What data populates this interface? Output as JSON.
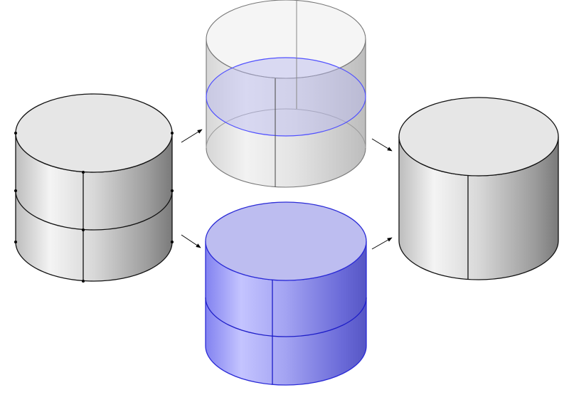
{
  "diagram": {
    "colors": {
      "background": "#ffffff",
      "edge": "#111111",
      "highlight_edge": "#3c3cff",
      "selection_fill": "#a9a9f2",
      "surface_light": "#f4f4f4",
      "surface_dark": "#7a7a7a",
      "arrow": "#000000"
    },
    "objects": [
      {
        "id": "source-cylinder",
        "state": "two stacked cylinder sections",
        "style": "solid-gray"
      },
      {
        "id": "interior-face-selection",
        "state": "interior boundary highlighted",
        "style": "transparent"
      },
      {
        "id": "domain-selection",
        "state": "both domains highlighted",
        "style": "solid-blue"
      },
      {
        "id": "result-cylinder",
        "state": "single merged cylinder",
        "style": "solid-gray"
      }
    ],
    "arrows": [
      {
        "from": "source-cylinder",
        "to": "interior-face-selection"
      },
      {
        "from": "source-cylinder",
        "to": "domain-selection"
      },
      {
        "from": "interior-face-selection",
        "to": "result-cylinder"
      },
      {
        "from": "domain-selection",
        "to": "result-cylinder"
      }
    ]
  }
}
